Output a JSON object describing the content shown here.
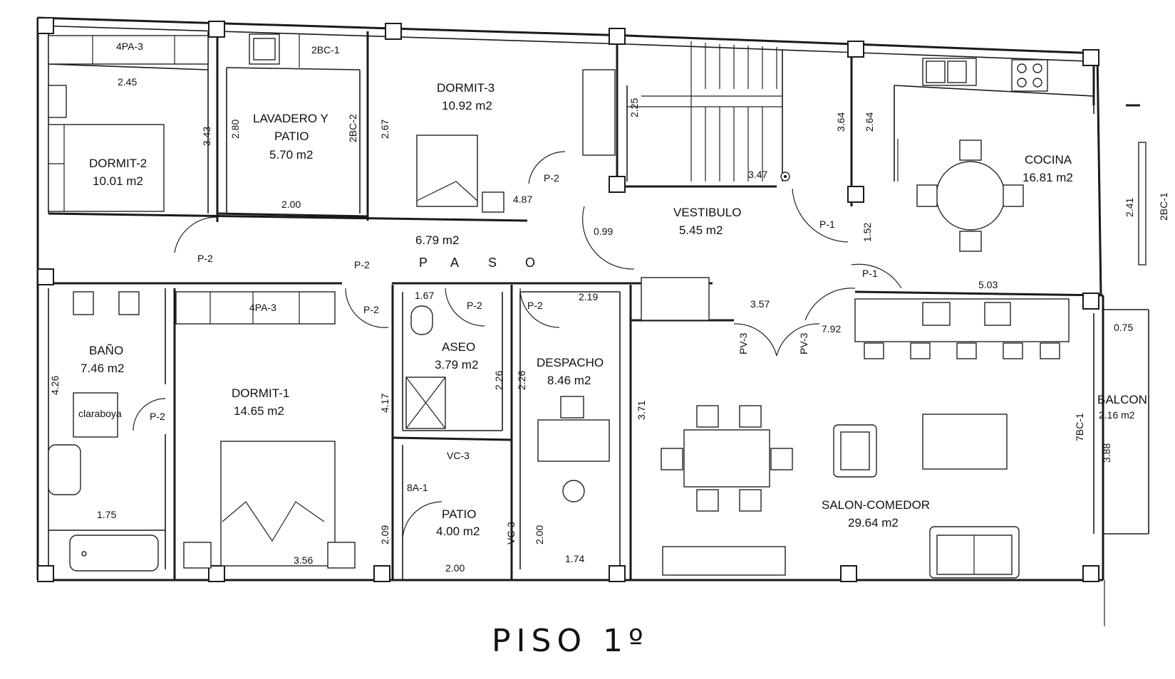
{
  "title": "PISO 1º",
  "paso": [
    "P",
    "A",
    "S",
    "O"
  ],
  "rooms": {
    "dormit2": {
      "name": "DORMIT-2",
      "area": "10.01 m2"
    },
    "lavadero": {
      "name1": "LAVADERO Y",
      "name2": "PATIO",
      "area": "5.70 m2"
    },
    "dormit3": {
      "name": "DORMIT-3",
      "area": "10.92 m2"
    },
    "vestibulo": {
      "name": "VESTIBULO",
      "area": "5.45 m2"
    },
    "cocina": {
      "name": "COCINA",
      "area": "16.81 m2"
    },
    "pasillo": {
      "area": "6.79 m2"
    },
    "bano": {
      "name": "BAÑO",
      "area": "7.46 m2"
    },
    "dormit1": {
      "name": "DORMIT-1",
      "area": "14.65 m2"
    },
    "aseo": {
      "name": "ASEO",
      "area": "3.79 m2"
    },
    "despacho": {
      "name": "DESPACHO",
      "area": "8.46 m2"
    },
    "patio": {
      "name": "PATIO",
      "area": "4.00 m2"
    },
    "salon": {
      "name": "SALON-COMEDOR",
      "area": "29.64 m2"
    },
    "balcon": {
      "name": "BALCON",
      "area": "2.16 m2"
    }
  },
  "fixtures": {
    "claraboya": "claraboya",
    "pa3_top": "4PA-3",
    "pa3_mid": "4PA-3",
    "bc1_top": "2BC-1",
    "bc2": "2BC-2",
    "bc1_right": "2BC-1",
    "bc1_balcon": "7BC-1",
    "vc3_h": "VC-3",
    "vc3_v": "VC-3",
    "ba1": "8A-1"
  },
  "doors": {
    "p2_dormit3": "P-2",
    "p2_left": "P-2",
    "p2_paso": "P-2",
    "p2_dormit1": "P-2",
    "p2_aseo": "P-2",
    "p2_despacho": "P-2",
    "p2_bano": "P-2",
    "p1_vest": "P-1",
    "p1_cocina": "P-1",
    "pv3_a": "PV-3",
    "pv3_b": "PV-3"
  },
  "dims": {
    "d245": "2.45",
    "d343": "3.43",
    "d280": "2.80",
    "d267": "2.67",
    "d200a": "2.00",
    "d487": "4.87",
    "d225": "2.25",
    "d347": "3.47",
    "d364": "3.64",
    "d264": "2.64",
    "d241": "2.41",
    "d099": "0.99",
    "d152": "1.52",
    "d503": "5.03",
    "d357": "3.57",
    "d792": "7.92",
    "d075": "0.75",
    "d167": "1.67",
    "d219": "2.19",
    "d426": "4.26",
    "d417": "4.17",
    "d226a": "2.26",
    "d226b": "2.26",
    "d371": "3.71",
    "d388": "3.88",
    "d175": "1.75",
    "d356": "3.56",
    "d209": "2.09",
    "d200b": "2.00",
    "d200c": "2.00",
    "d174": "1.74"
  }
}
